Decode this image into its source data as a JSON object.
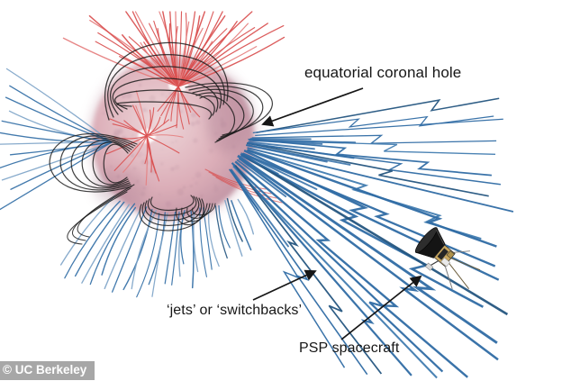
{
  "annotations": [
    {
      "id": "coronal-hole",
      "text": "equatorial coronal hole"
    },
    {
      "id": "jets",
      "text": "‘jets’ or ‘switchbacks’"
    },
    {
      "id": "psp",
      "text": "PSP spacecraft"
    }
  ],
  "watermark": {
    "text": "© UC Berkeley"
  },
  "colors": {
    "background": "#ffffff",
    "sun_center": "#eed7da",
    "sun_mid": "#dcaeb8",
    "sun_edge": "#bf93a3",
    "sun_spot": "#a3788d",
    "field_red": "#d94f4f",
    "field_red_light": "#e57d7d",
    "field_black": "#1c1c1c",
    "field_blue": "#2f6ba4",
    "field_blue_light": "#7ba2c6",
    "field_blue_dark": "#24557f",
    "annotation_ink": "#161616",
    "watermark_bg": "#9b9b9b",
    "watermark_text": "#ffffff",
    "spacecraft_shield": "#141414",
    "spacecraft_body": "#c9a75f"
  }
}
